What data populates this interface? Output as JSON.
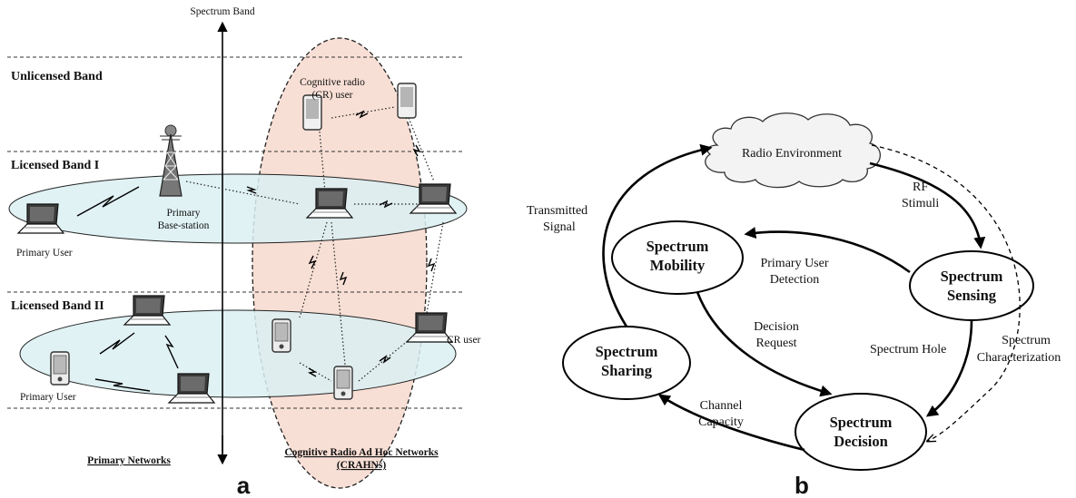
{
  "panel_a": {
    "axis_label": "Spectrum Band",
    "bands": {
      "unlicensed": "Unlicensed Band",
      "licensed_1": "Licensed Band I",
      "licensed_2": "Licensed Band II"
    },
    "labels": {
      "cr_user_line1": "Cognitive radio",
      "cr_user_line2": "(CR) user",
      "base_station_line1": "Primary",
      "base_station_line2": "Base-station",
      "primary_user_top": "Primary User",
      "primary_user_bottom": "Primary User",
      "cr_user_right": "CR user",
      "primary_networks": "Primary Networks",
      "crahn_line1": "Cognitive Radio Ad Hoc Networks",
      "crahn_line2": "(CRAHNs)"
    },
    "panel_letter": "a"
  },
  "panel_b": {
    "nodes": {
      "radio_env": "Radio Environment",
      "sensing_1": "Spectrum",
      "sensing_2": "Sensing",
      "mobility_1": "Spectrum",
      "mobility_2": "Mobility",
      "sharing_1": "Spectrum",
      "sharing_2": "Sharing",
      "decision_1": "Spectrum",
      "decision_2": "Decision"
    },
    "edges": {
      "rf_1": "RF",
      "rf_2": "Stimuli",
      "tx_1": "Transmitted",
      "tx_2": "Signal",
      "pud_1": "Primary User",
      "pud_2": "Detection",
      "dr_1": "Decision",
      "dr_2": "Request",
      "hole": "Spectrum Hole",
      "char_1": "Spectrum",
      "char_2": "Characterization",
      "cap_1": "Channel",
      "cap_2": "Capacity"
    },
    "panel_letter": "b"
  },
  "colors": {
    "band_fill": "#daf0f2",
    "crahn_fill": "#f8dfd5",
    "device_fill": "#e8c9c0"
  }
}
